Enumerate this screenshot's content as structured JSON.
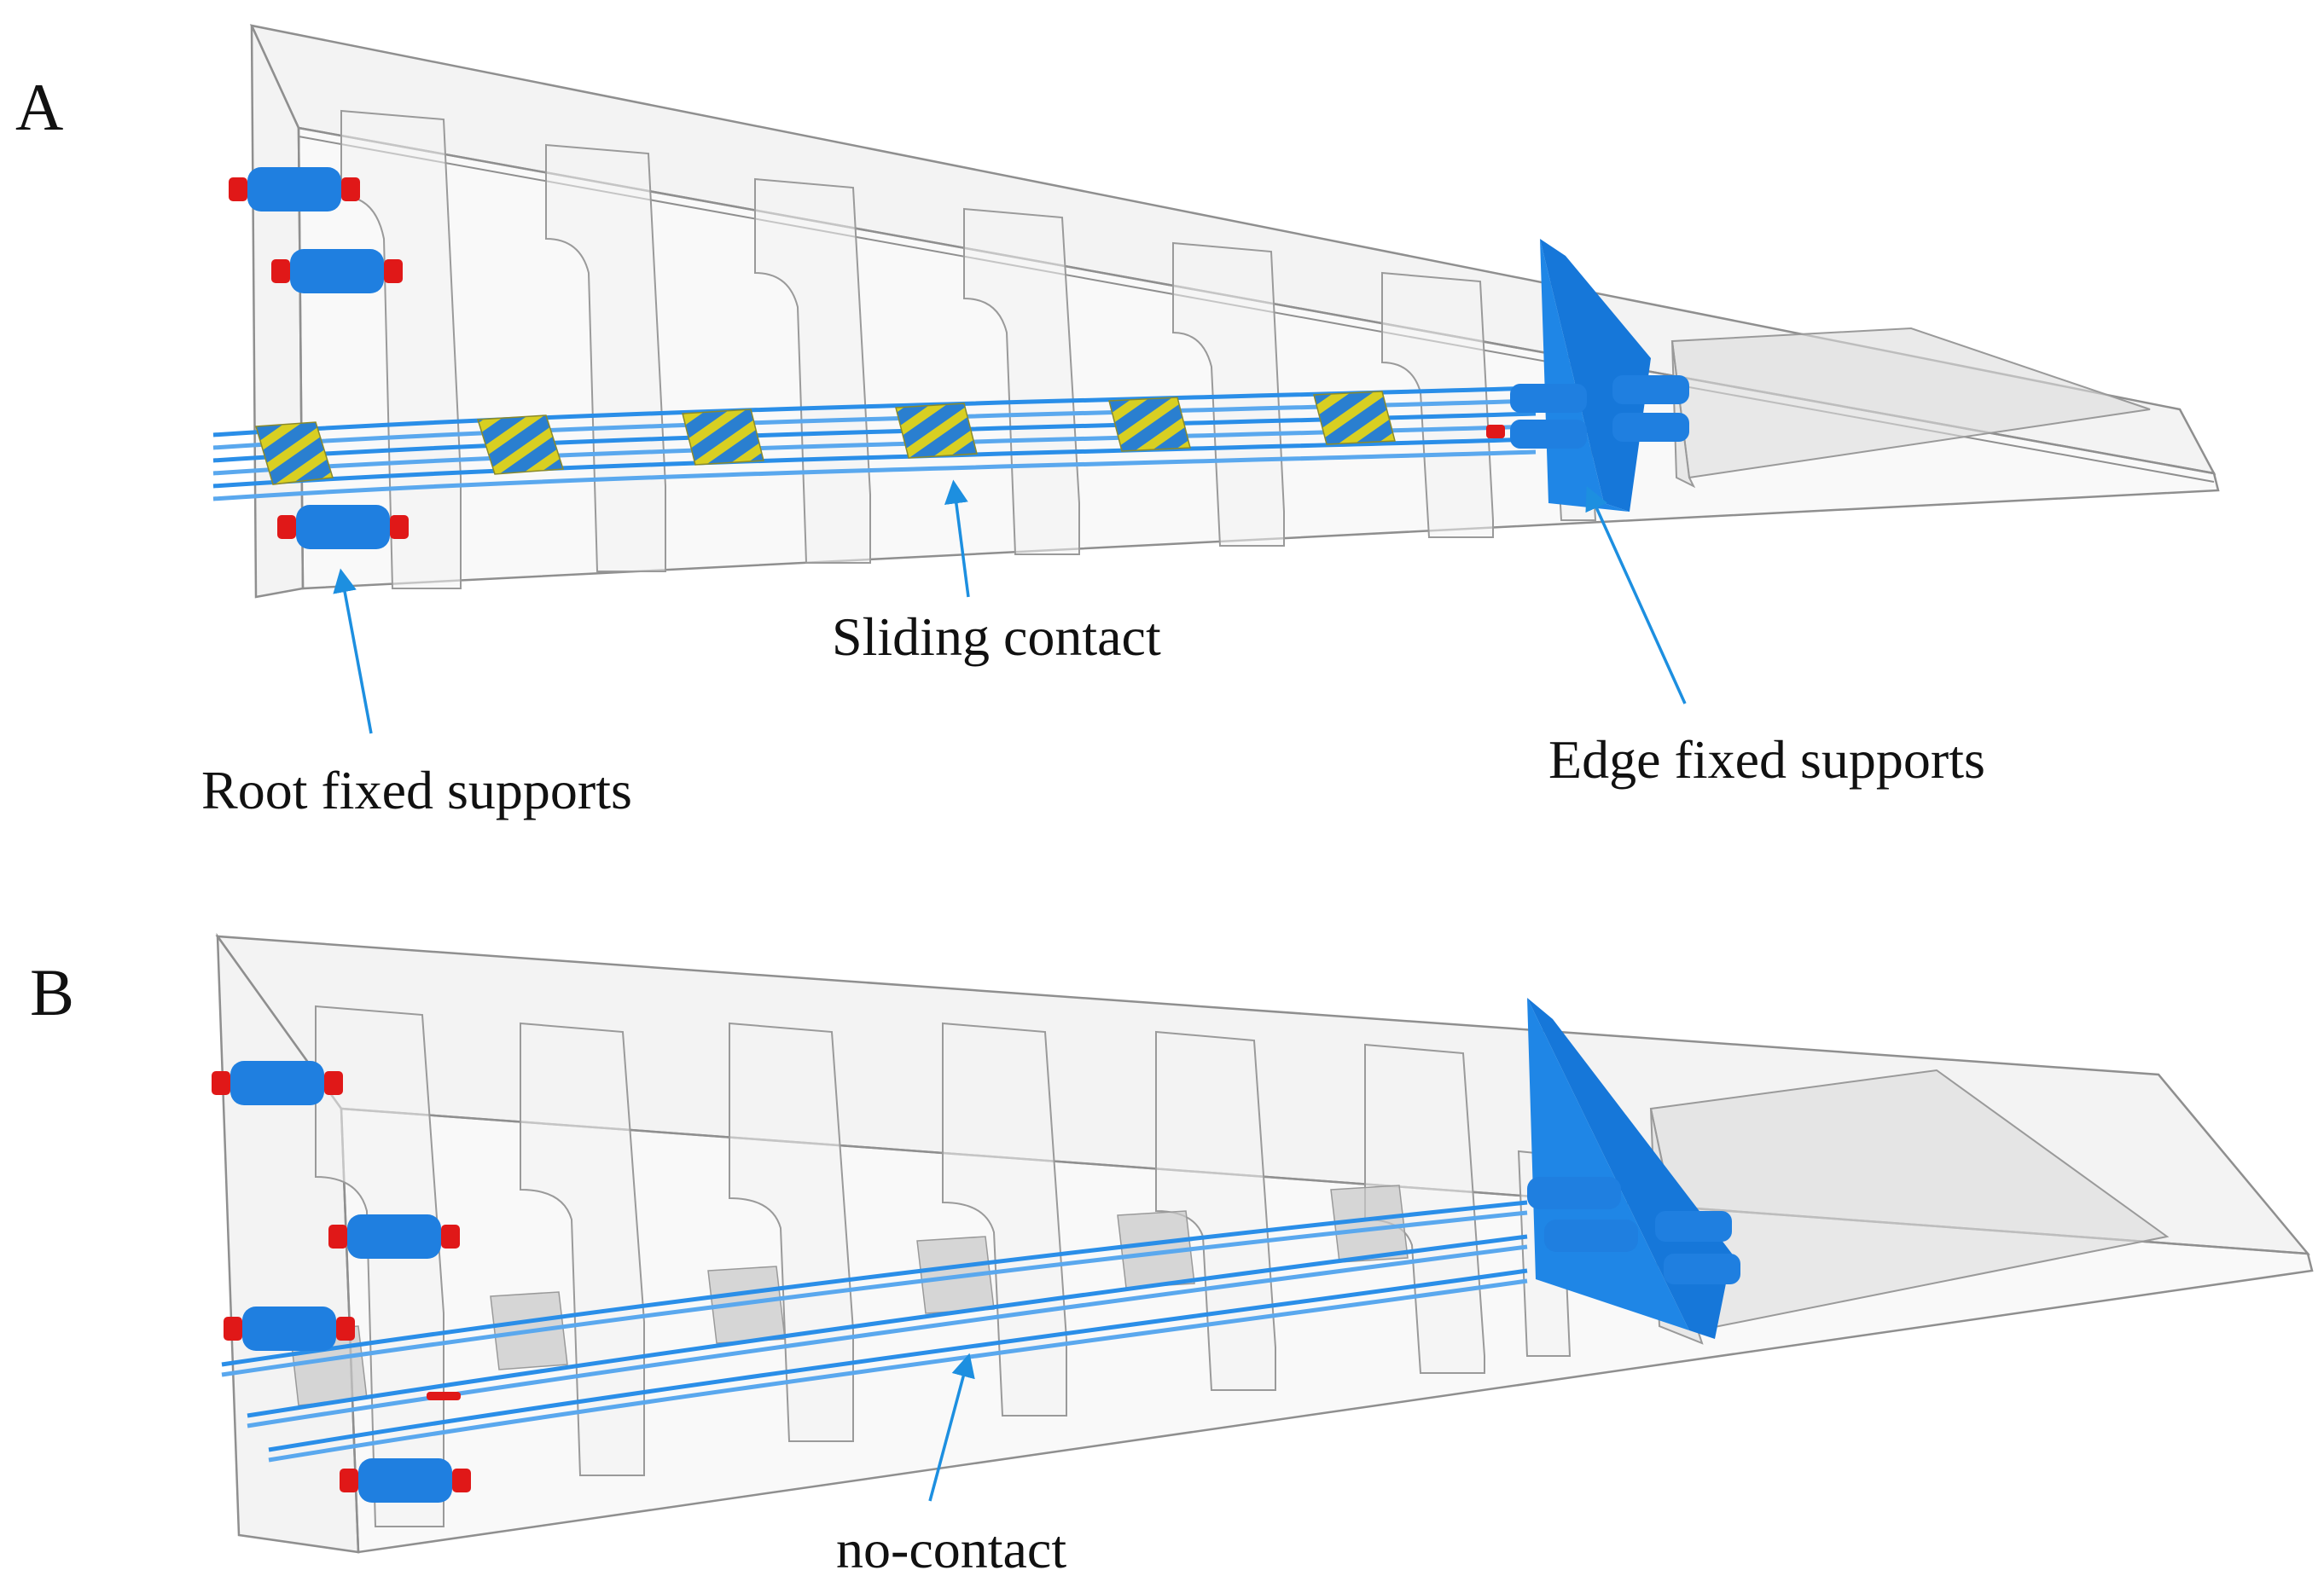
{
  "panels": [
    {
      "label": "A",
      "annotations": {
        "root": "Root fixed supports",
        "middle": "Sliding contact",
        "edge": "Edge fixed supports"
      }
    },
    {
      "label": "B",
      "annotations": {
        "middle": "no-contact"
      }
    }
  ],
  "colors": {
    "support_blue": "#1f7fe0",
    "end_cap_red": "#e01818",
    "contact_yellow": "#d8cf22",
    "cable_blue": "#2a8ee8",
    "arrow_blue": "#1d8fe0",
    "wireframe_gray": "#9a9a9a"
  }
}
